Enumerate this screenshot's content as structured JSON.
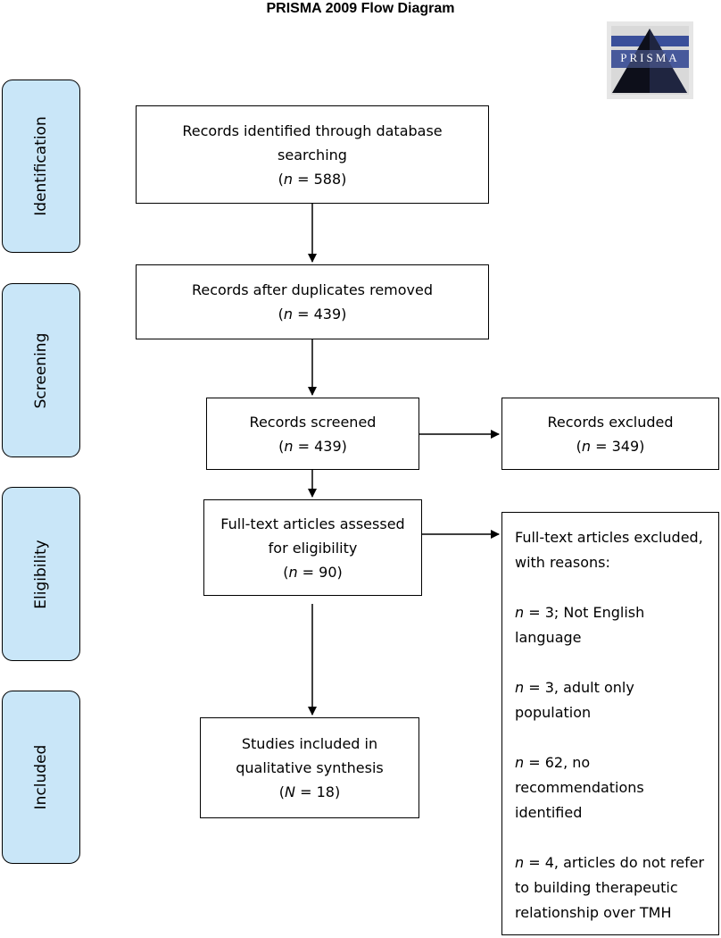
{
  "title": "PRISMA 2009 Flow Diagram",
  "logo": {
    "text": "PRISMA"
  },
  "stages": [
    "Identification",
    "Screening",
    "Eligibility",
    "Included"
  ],
  "boxes": {
    "identified": {
      "line1": "Records identified through database",
      "line2": "searching",
      "n_var": "n",
      "n_value": " = 588)"
    },
    "dedup": {
      "line1": "Records after duplicates removed",
      "n_var": "n",
      "n_value": " = 439)"
    },
    "screened": {
      "line1": "Records screened",
      "n_var": "n",
      "n_value": " = 439)"
    },
    "excluded": {
      "line1": "Records excluded",
      "n_var": "n",
      "n_value": " = 349)"
    },
    "fulltext": {
      "line1": "Full-text articles assessed",
      "line2": "for eligibility",
      "n_var": "n",
      "n_value": " = 90)"
    },
    "included": {
      "line1": "Studies included in",
      "line2": "qualitative synthesis",
      "n_var": "N",
      "n_value": " = 18)"
    }
  },
  "fulltext_excluded": {
    "heading_line1": "Full-text articles excluded,",
    "heading_line2": "with reasons:",
    "reasons": [
      {
        "n_var": "n",
        "line1": " = 3; Not English",
        "line2": "language"
      },
      {
        "n_var": "n",
        "line1": " = 3, adult only",
        "line2": "population"
      },
      {
        "n_var": "n",
        "line1": " = 62, no",
        "line2": "recommendations",
        "line3": "identified"
      },
      {
        "n_var": "n",
        "line1": " = 4, articles do not refer",
        "line2": "to building therapeutic",
        "line3": "relationship over TMH"
      }
    ]
  }
}
